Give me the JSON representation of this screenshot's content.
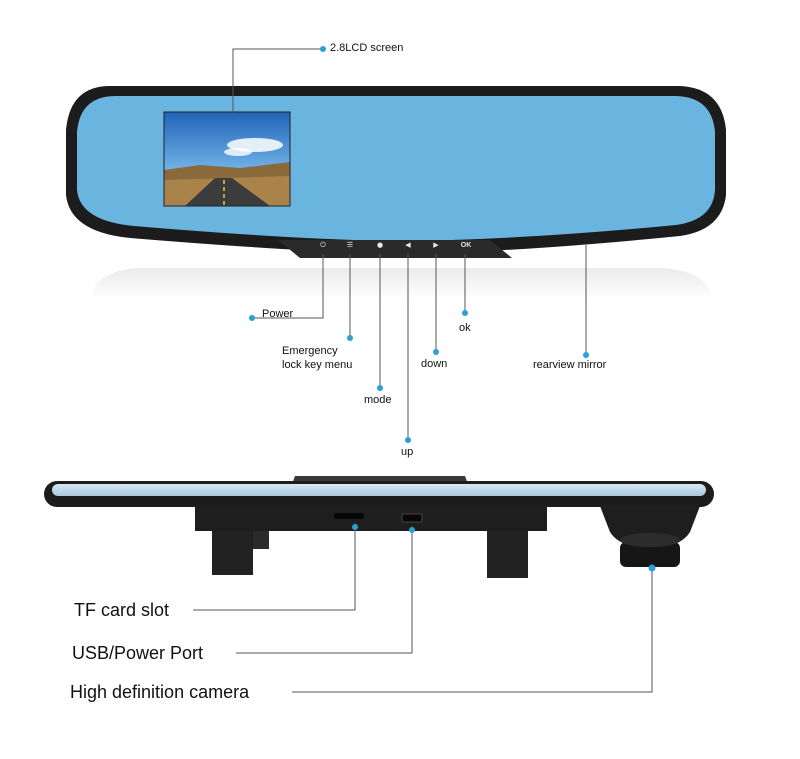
{
  "callouts_top": {
    "screen": "2.8LCD screen",
    "power": "Power",
    "emergency_line1": "Emergency",
    "emergency_line2": "lock key menu",
    "mode": "mode",
    "up": "up",
    "down": "down",
    "ok": "ok",
    "mirror": "rearview mirror"
  },
  "callouts_bottom": {
    "tf_slot": "TF card slot",
    "usb_port": "USB/Power Port",
    "camera": "High definition camera"
  },
  "button_icons": [
    "power-icon",
    "menu-icon",
    "mode-icon",
    "left-arrow-icon",
    "right-arrow-icon"
  ],
  "ok_button_label": "OK",
  "colors": {
    "mirror_glass": "#6ab4e0",
    "frame": "#1c1c1c",
    "callout_dot": "#2a9fd8",
    "callout_line": "#555555"
  }
}
